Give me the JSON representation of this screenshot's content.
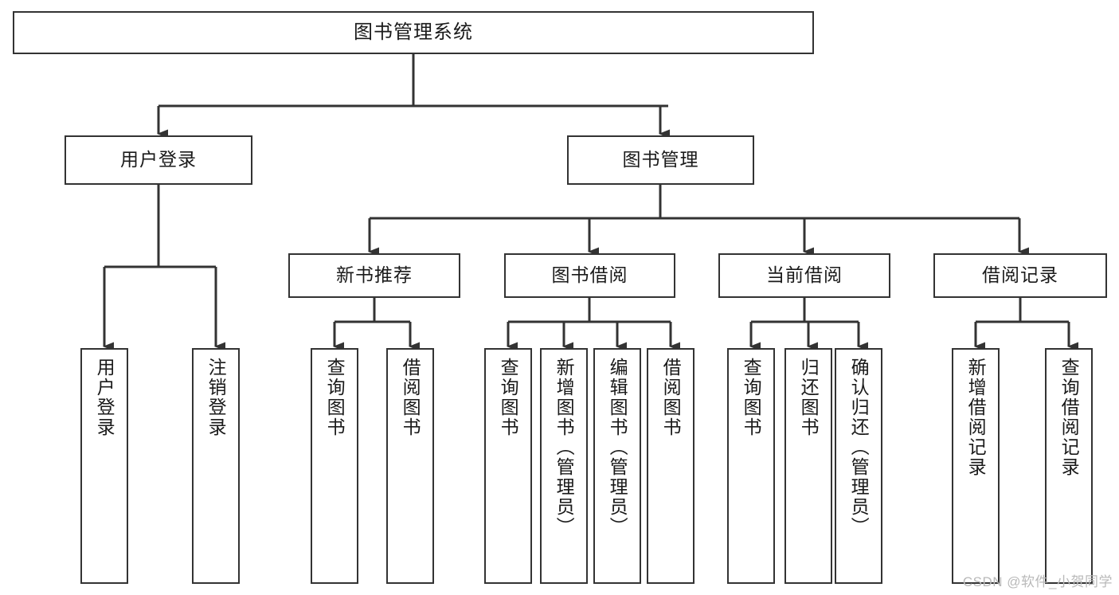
{
  "diagram": {
    "title": "图书管理系统",
    "type": "tree-hierarchy",
    "watermark": "CSDN @软件_小贺同学",
    "colors": {
      "background": "#ffffff",
      "box_border": "#333333",
      "box_fill": "#ffffff",
      "text": "#1a1a1a",
      "edge": "#333333",
      "watermark": "#b9b9b9"
    },
    "root": {
      "label": "图书管理系统"
    },
    "level2": [
      {
        "label": "用户登录"
      },
      {
        "label": "图书管理"
      }
    ],
    "level3": [
      {
        "label": "新书推荐"
      },
      {
        "label": "图书借阅"
      },
      {
        "label": "当前借阅"
      },
      {
        "label": "借阅记录"
      }
    ],
    "leaves": {
      "user_login": [
        {
          "label": "用户登录"
        },
        {
          "label": "注销登录"
        }
      ],
      "new_book_recommend": [
        {
          "label": "查询图书"
        },
        {
          "label": "借阅图书"
        }
      ],
      "book_borrow": [
        {
          "label": "查询图书"
        },
        {
          "label": "新增图书（管理员）"
        },
        {
          "label": "编辑图书（管理员）"
        },
        {
          "label": "借阅图书"
        }
      ],
      "current_borrow": [
        {
          "label": "查询图书"
        },
        {
          "label": "归还图书"
        },
        {
          "label": "确认归还（管理员）"
        }
      ],
      "borrow_records": [
        {
          "label": "新增借阅记录"
        },
        {
          "label": "查询借阅记录"
        }
      ]
    }
  }
}
